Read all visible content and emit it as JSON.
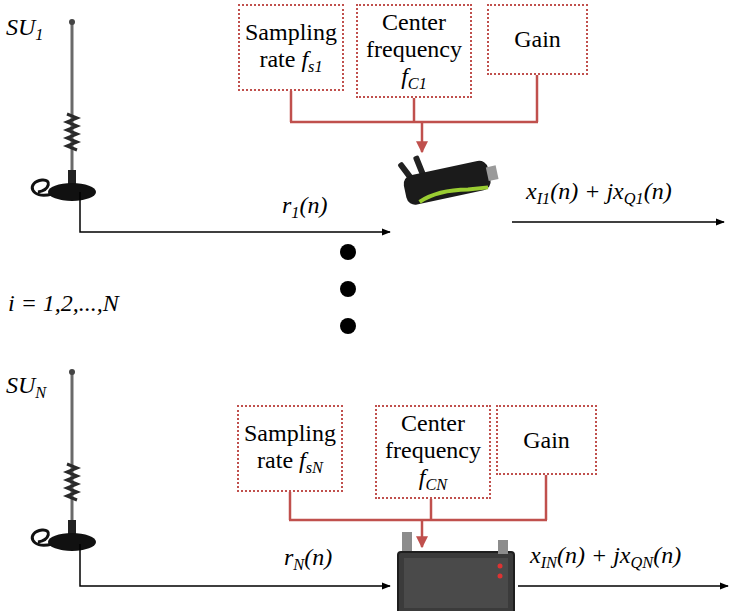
{
  "diagram": {
    "nodes": [
      {
        "text": [
          "Sampling rate fs1"
        ]
      },
      {
        "text": [
          "Center frequency fC1"
        ]
      },
      {
        "text": [
          "Gain"
        ]
      },
      {
        "text": [
          "Sampling rate fsN"
        ]
      },
      {
        "text": [
          "Center frequency fCN"
        ]
      },
      {
        "text": [
          "Gain"
        ]
      }
    ],
    "labels": [
      "SU1",
      "r1(n)",
      "xI1(n) + jxQ1(n)",
      "i = 1,2,...,N",
      "SUN",
      "rN(n)",
      "xIN(n) + jxQN(n)"
    ]
  }
}
